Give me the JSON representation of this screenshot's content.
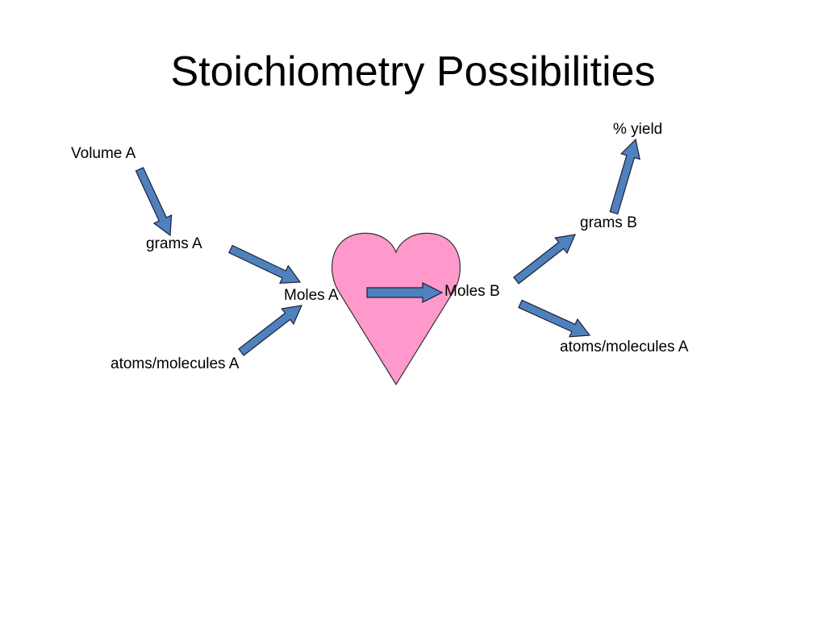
{
  "title": "Stoichiometry Possibilities",
  "labels": {
    "volume_a": "Volume A",
    "grams_a": "grams A",
    "moles_a": "Moles A",
    "atoms_molecules_a_left": "atoms/molecules A",
    "moles_b": "Moles B",
    "grams_b": "grams B",
    "percent_yield": "% yield",
    "atoms_molecules_a_right": "atoms/molecules A"
  },
  "colors": {
    "arrow_fill": "#4F81BD",
    "arrow_stroke": "#1F1F3A",
    "heart_fill": "#FF99CC",
    "heart_stroke": "#333333"
  }
}
